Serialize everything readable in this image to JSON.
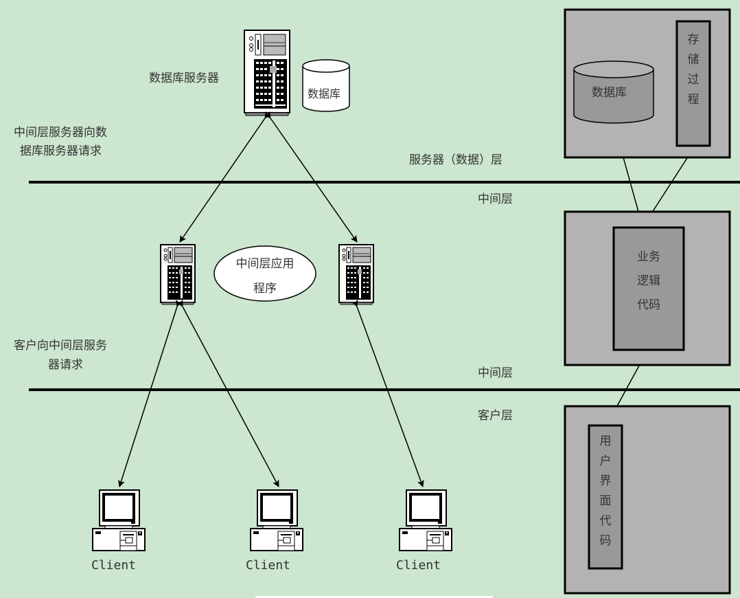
{
  "diagram": {
    "title": "Three-tier architecture",
    "colors": {
      "background": "#cce6cf",
      "panel_outer": "#b3b3b3",
      "panel_inner": "#999999",
      "line": "#000000",
      "text": "#333333"
    },
    "left": {
      "db_server_label": "数据库服务器",
      "db_label": "数据库",
      "mid_to_db_request_line1": "中间层服务器向数",
      "mid_to_db_request_line2": "据库服务器请求",
      "server_data_layer_label": "服务器（数据）层",
      "middle_layer_label_top": "中间层",
      "middle_app_line1": "中间层应用",
      "middle_app_line2": "程序",
      "client_to_mid_request_line1": "客户向中间层服务",
      "client_to_mid_request_line2": "器请求",
      "middle_layer_label_bottom": "中间层",
      "client_layer_label": "客户层",
      "clients": [
        {
          "label": "Client"
        },
        {
          "label": "Client"
        },
        {
          "label": "Client"
        }
      ]
    },
    "right": {
      "data_panel": {
        "database_label": "数据库",
        "stored_procedure_chars": [
          "存",
          "储",
          "过",
          "程"
        ]
      },
      "middle_panel": {
        "business_logic_lines": [
          "业务",
          "逻辑",
          "代码"
        ]
      },
      "client_panel": {
        "ui_code_chars": [
          "用",
          "户",
          "界",
          "面",
          "代",
          "码"
        ]
      }
    }
  }
}
